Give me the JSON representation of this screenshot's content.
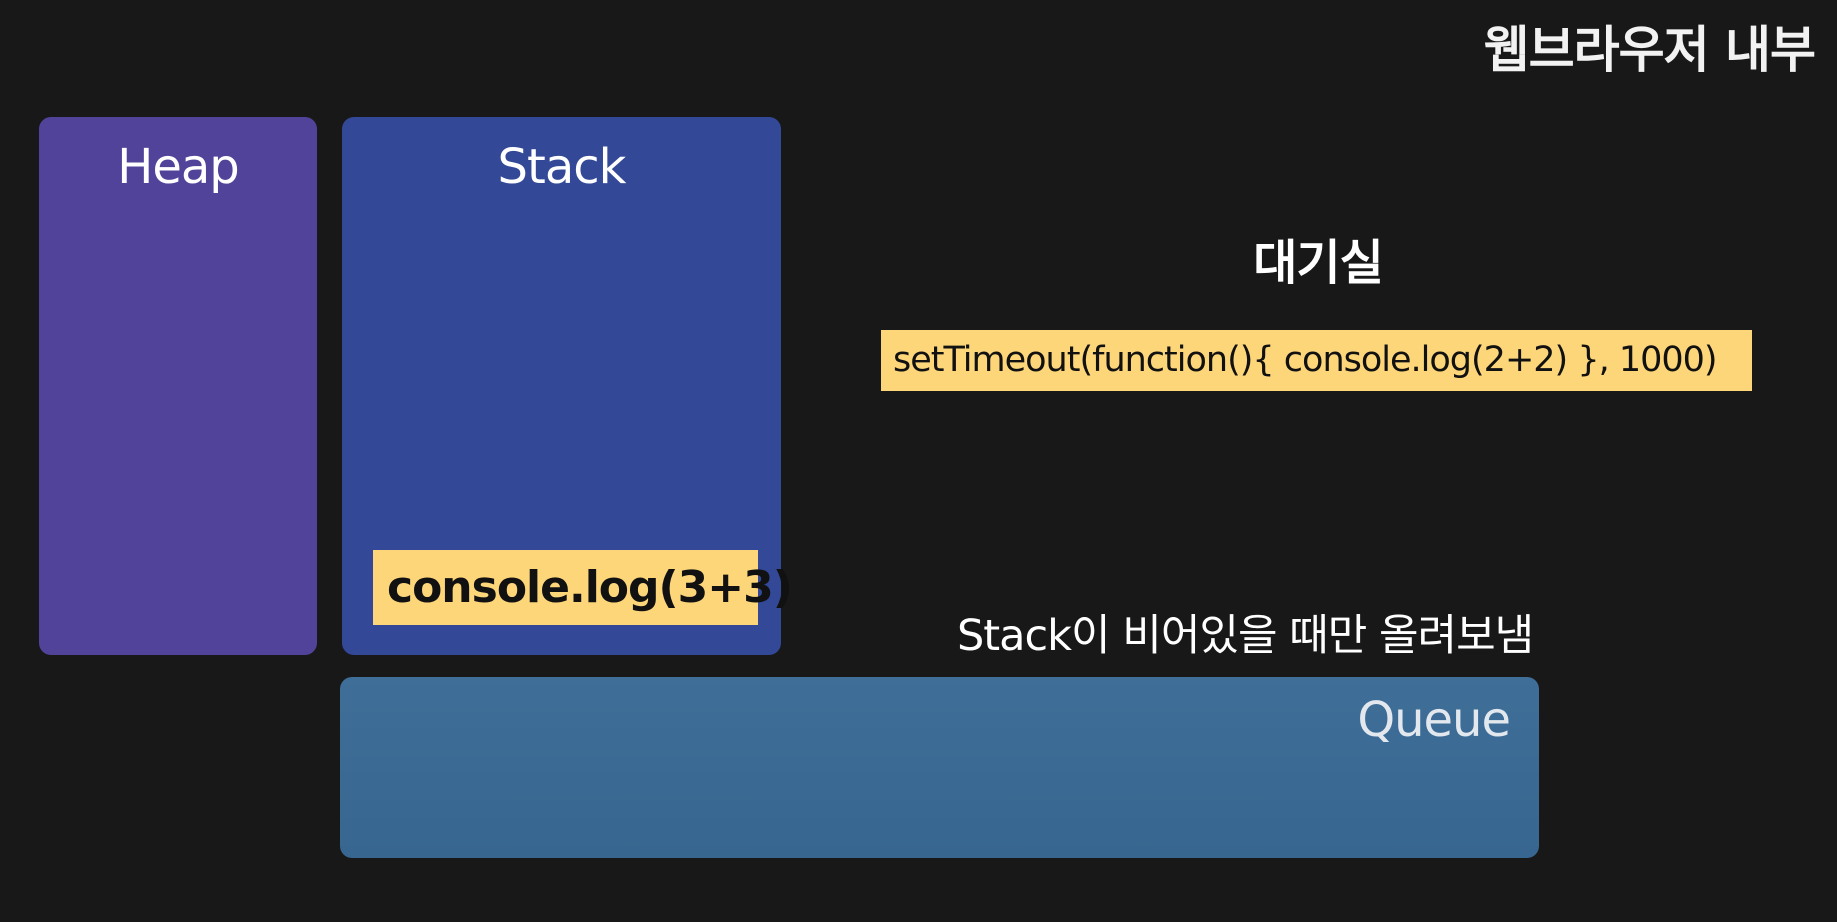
{
  "title": "웹브라우저 내부",
  "heap": {
    "label": "Heap"
  },
  "stack": {
    "label": "Stack",
    "items": [
      "console.log(3+3)"
    ]
  },
  "waiting_room": {
    "label": "대기실",
    "items": [
      "setTimeout(function(){ console.log(2+2) }, 1000)"
    ]
  },
  "note": "Stack이 비어있을 때만 올려보냄",
  "queue": {
    "label": "Queue"
  },
  "colors": {
    "background": "#181818",
    "heap": "#52439a",
    "stack": "#334897",
    "queue": "#3d6b95",
    "code_highlight": "#fdd67a"
  }
}
